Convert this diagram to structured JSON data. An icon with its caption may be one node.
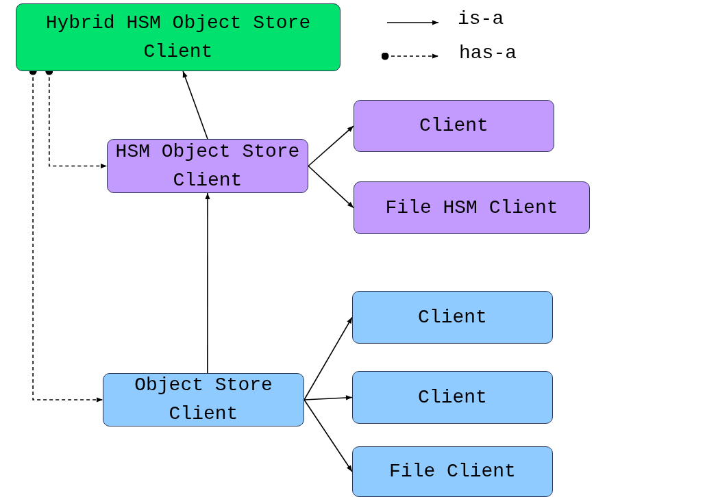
{
  "diagram": {
    "nodes": [
      {
        "text": [
          "Hybrid HSM Object Store Client"
        ]
      },
      {
        "text": [
          "HSM Object Store Client"
        ]
      },
      {
        "text": [
          "Client"
        ]
      },
      {
        "text": [
          "File HSM Client"
        ]
      },
      {
        "text": [
          "Client"
        ]
      },
      {
        "text": [
          "Object Store Client"
        ]
      },
      {
        "text": [
          "Client"
        ]
      },
      {
        "text": [
          "File Client"
        ]
      }
    ],
    "edges": [
      {
        "from": 1,
        "to": 0,
        "arrow": "to"
      },
      {
        "from": 5,
        "to": 1,
        "arrow": "to"
      },
      {
        "from": 1,
        "to": 2,
        "arrow": "to"
      },
      {
        "from": 1,
        "to": 3,
        "arrow": "to"
      },
      {
        "from": 5,
        "to": 4,
        "arrow": "to"
      },
      {
        "from": 5,
        "to": 6,
        "arrow": "to"
      },
      {
        "from": 5,
        "to": 7,
        "arrow": "to"
      },
      {
        "from": 0,
        "to": 1,
        "arrow": "to",
        "style": "dashed"
      },
      {
        "from": 0,
        "to": 5,
        "arrow": "to",
        "style": "dashed"
      }
    ],
    "legend": [
      {
        "text": "is-a"
      },
      {
        "text": "has-a"
      }
    ]
  }
}
